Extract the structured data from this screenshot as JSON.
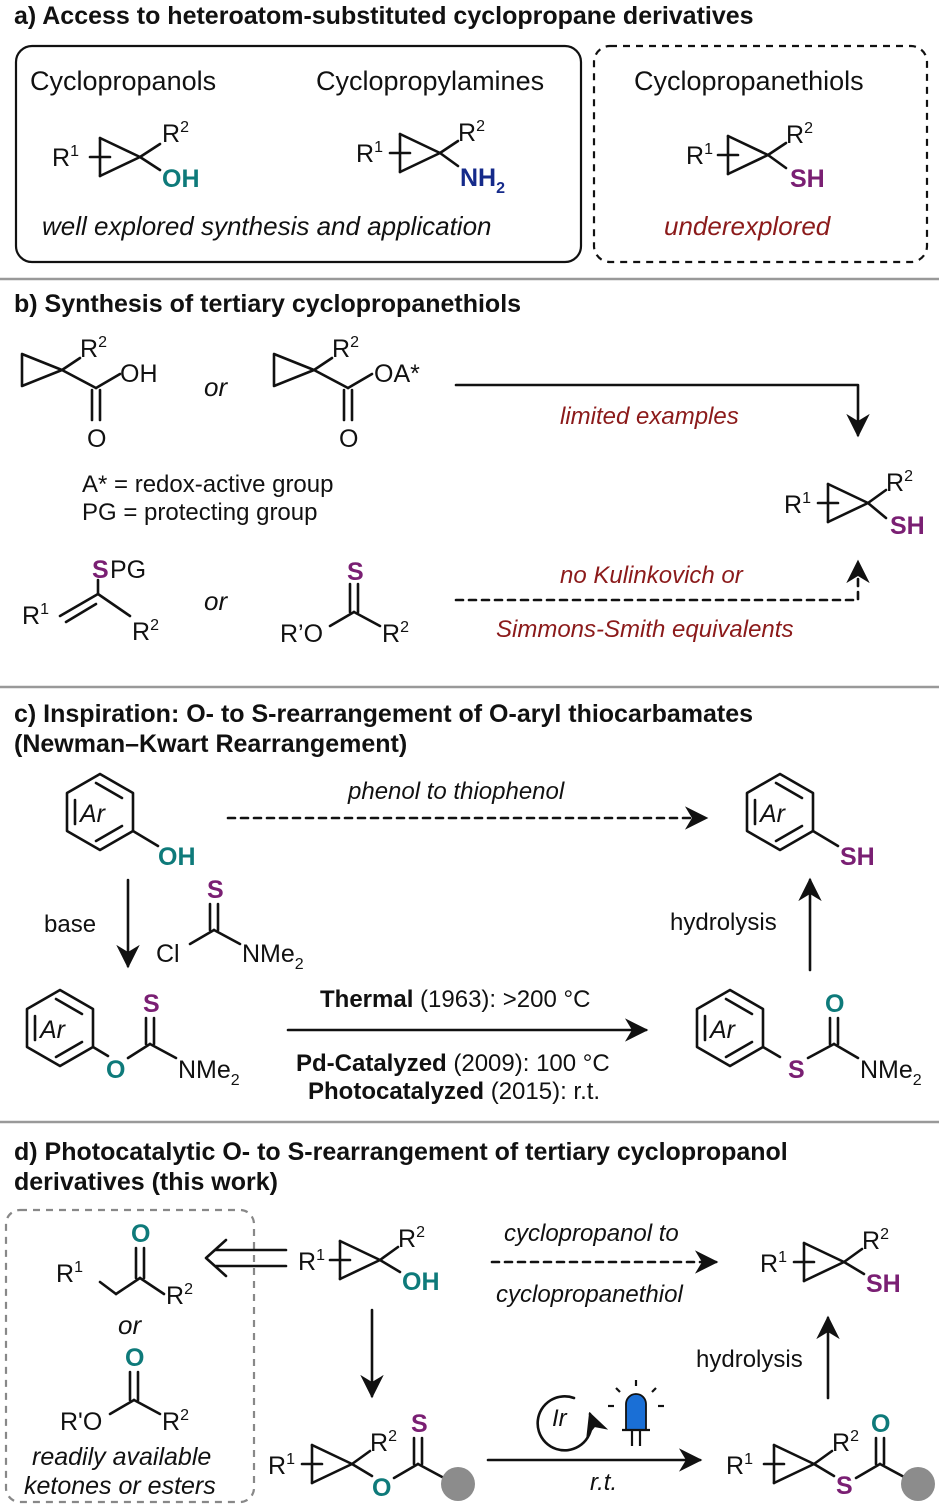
{
  "sections": {
    "a": {
      "title": "a) Access to heteroatom-substituted cyclopropane derivatives",
      "col1": "Cyclopropanols",
      "col2": "Cyclopropylamines",
      "col3": "Cyclopropanethiols",
      "note_left": "well explored synthesis and application",
      "note_right": "underexplored"
    },
    "b": {
      "title": "b) Synthesis of tertiary cyclopropanethiols",
      "or": "or",
      "limited": "limited examples",
      "def1": "A* = redox-active group",
      "def2": "PG = protecting group",
      "no1": "no Kulinkovich or",
      "no2": "Simmons-Smith equivalents"
    },
    "c": {
      "title_line1": "c) Inspiration: O- to S-rearrangement of O-aryl thiocarbamates",
      "title_line2": "(Newman–Kwart Rearrangement)",
      "phenol": "phenol to thiophenol",
      "base": "base",
      "hydrolysis": "hydrolysis",
      "cond1_b": "Thermal",
      "cond1": " (1963): >200 °C",
      "cond2_b": "Pd-Catalyzed",
      "cond2": " (2009): 100 °C",
      "cond3_b": "Photocatalyzed",
      "cond3": " (2015): r.t."
    },
    "d": {
      "title_line1": "d) Photocatalytic O- to S-rearrangement of tertiary cyclopropanol",
      "title_line2": "derivatives (this work)",
      "or": "or",
      "avail1": "readily available",
      "avail2": "ketones or esters",
      "arrow1": "cyclopropanol to",
      "arrow2": "cyclopropanethiol",
      "hydrolysis": "hydrolysis",
      "catalyst": "Ir",
      "rt": "r.t."
    }
  },
  "atoms": {
    "R1": "R",
    "R2": "R",
    "one": "1",
    "two": "2",
    "OH": "OH",
    "NH": "NH",
    "SH": "SH",
    "O": "O",
    "S": "S",
    "OA": "OA*",
    "PG": "PG",
    "RpO": "R’O",
    "RpO2": "R'O",
    "Ar": "Ar",
    "Cl": "Cl",
    "NMe": "NMe"
  },
  "colors": {
    "teal": "#0e7a7a",
    "purple": "#7a1f73",
    "navy": "#152a8a",
    "dark_red": "#8b1a1a",
    "led_blue": "#1a6fd6",
    "grey_ball": "#8c8c8c"
  }
}
